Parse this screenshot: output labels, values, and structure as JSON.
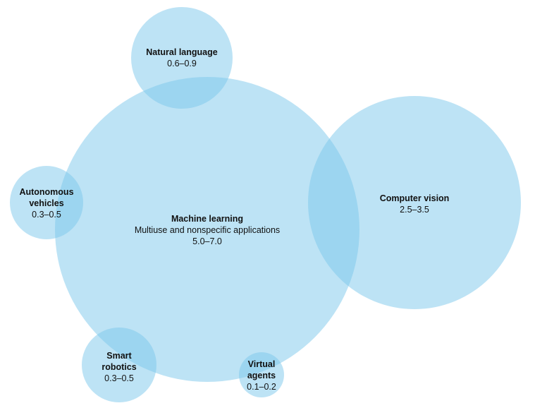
{
  "chart_data": {
    "type": "bubble",
    "colors": {
      "bubble_fill": "#7cc7ec"
    },
    "bubbles": [
      {
        "id": "machine-learning",
        "title": "Machine learning",
        "subtitle": "Multiuse and nonspecific applications",
        "range": "5.0–7.0",
        "low": 5.0,
        "high": 7.0
      },
      {
        "id": "computer-vision",
        "title": "Computer vision",
        "subtitle": "",
        "range": "2.5–3.5",
        "low": 2.5,
        "high": 3.5
      },
      {
        "id": "natural-language",
        "title": "Natural language",
        "subtitle": "",
        "range": "0.6–0.9",
        "low": 0.6,
        "high": 0.9
      },
      {
        "id": "autonomous-vehicles",
        "title": "Autonomous vehicles",
        "subtitle": "",
        "range": "0.3–0.5",
        "low": 0.3,
        "high": 0.5
      },
      {
        "id": "smart-robotics",
        "title": "Smart robotics",
        "subtitle": "",
        "range": "0.3–0.5",
        "low": 0.3,
        "high": 0.5
      },
      {
        "id": "virtual-agents",
        "title": "Virtual agents",
        "subtitle": "",
        "range": "0.1–0.2",
        "low": 0.1,
        "high": 0.2
      }
    ]
  }
}
